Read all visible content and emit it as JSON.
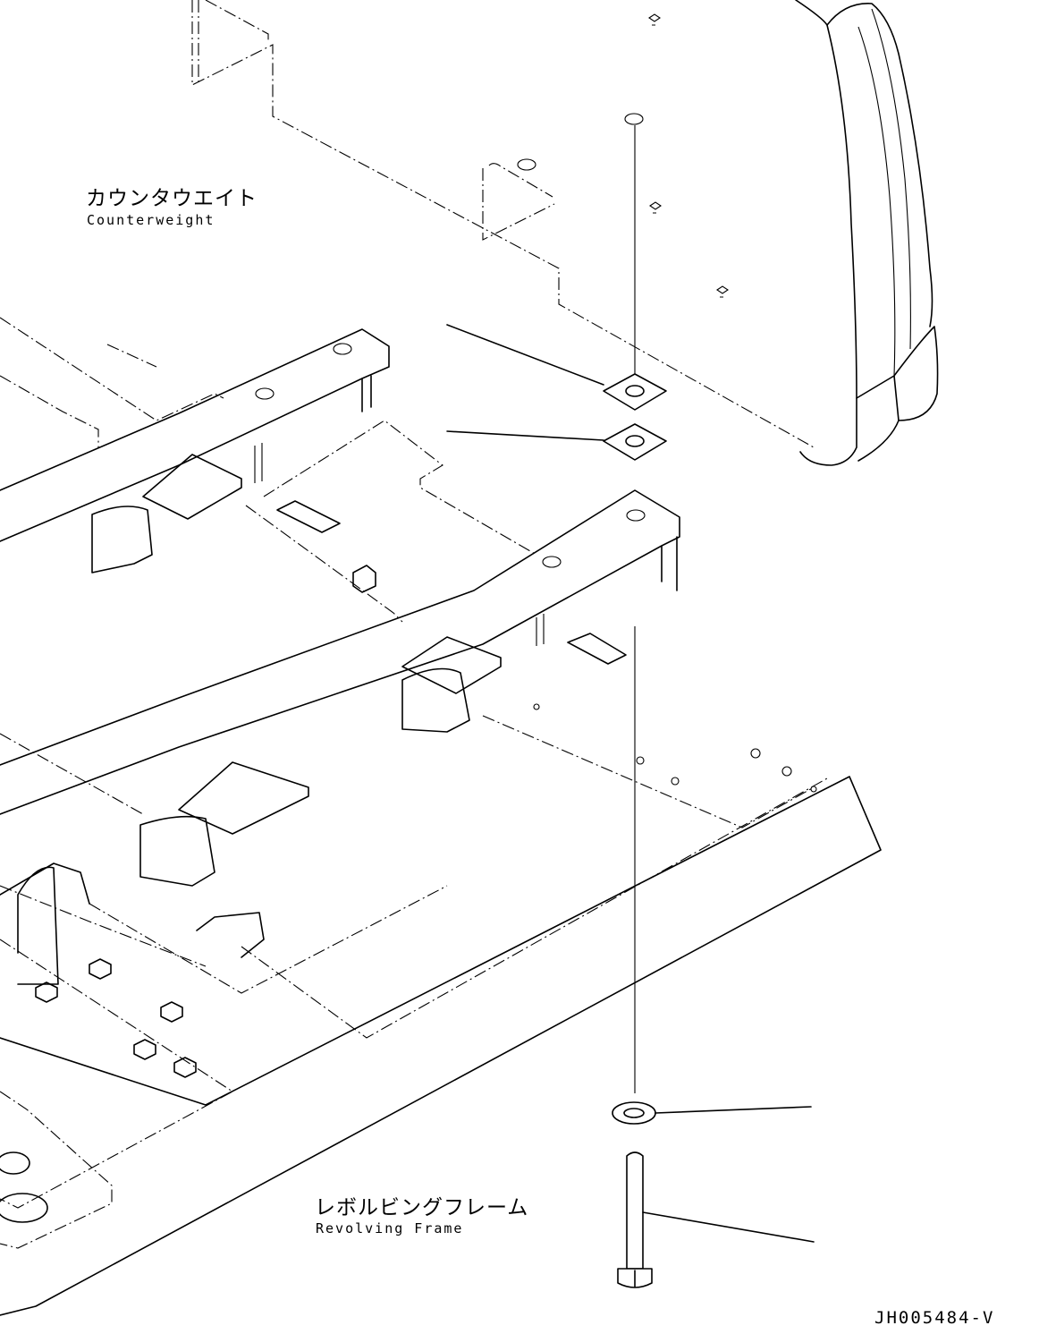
{
  "labels": {
    "counterweight_jp": "カウンタウエイト",
    "counterweight_en": "Counterweight",
    "frame_jp": "レボルビングフレーム",
    "frame_en": "Revolving Frame",
    "drawing_code": "JH005484-V"
  },
  "colors": {
    "line": "#000000",
    "background": "#ffffff"
  }
}
